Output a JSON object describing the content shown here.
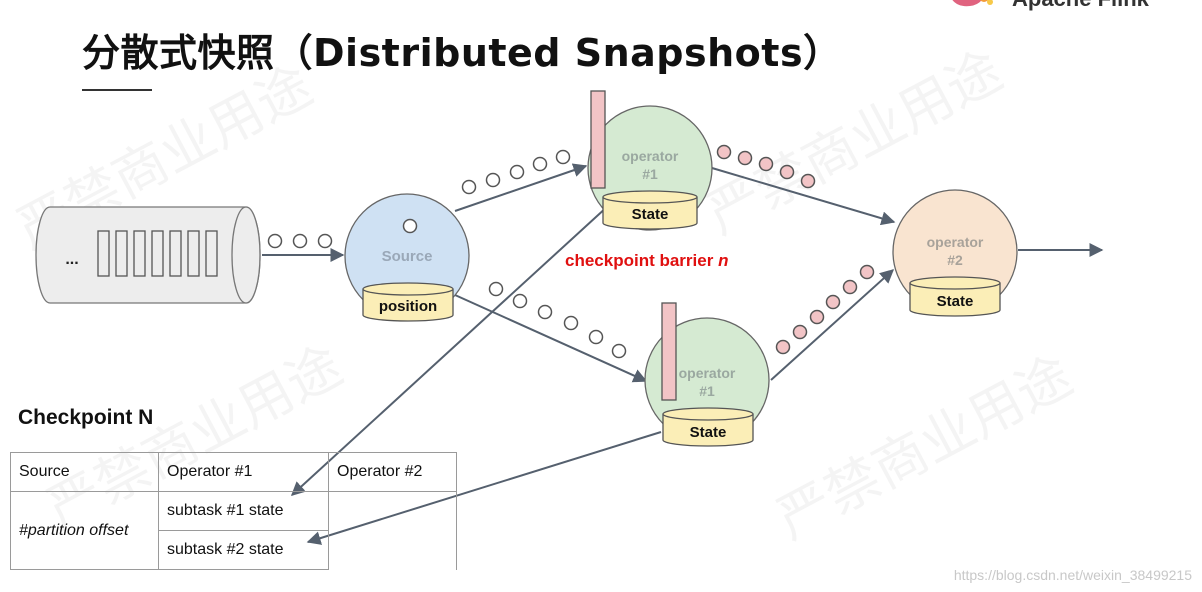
{
  "title": "分散式快照（Distributed Snapshots）",
  "brand": {
    "name": "Apache Flink",
    "logo_icon": "squirrel-logo-icon"
  },
  "watermark": "严禁商业用途",
  "credit": "https://blog.csdn.net/weixin_38499215",
  "diagram": {
    "stream_ellipsis": "...",
    "source": {
      "label": "Source",
      "storage": "position"
    },
    "operator1_top": {
      "label_line1": "operator",
      "label_line2": "#1",
      "storage": "State"
    },
    "operator1_bottom": {
      "label_line1": "operator",
      "label_line2": "#1",
      "storage": "State"
    },
    "operator2": {
      "label_line1": "operator",
      "label_line2": "#2",
      "storage": "State"
    },
    "barrier_label": {
      "text": "checkpoint barrier ",
      "n": "n"
    },
    "colors": {
      "source_fill": "#cfe1f3",
      "operator1_fill": "#d5ead2",
      "operator2_fill": "#f9e4d0",
      "barrier_fill": "#f2c4c6",
      "storage_fill": "#fbeeb7",
      "record_pink": "#f2c4c6",
      "arrow": "#55606e",
      "barrier_text": "#e01010"
    }
  },
  "checkpoint": {
    "title": "Checkpoint N",
    "headers": [
      "Source",
      "Operator #1",
      "Operator #2"
    ],
    "source_value": "#partition offset",
    "operator1_rows": [
      "subtask #1 state",
      "subtask #2 state"
    ]
  }
}
